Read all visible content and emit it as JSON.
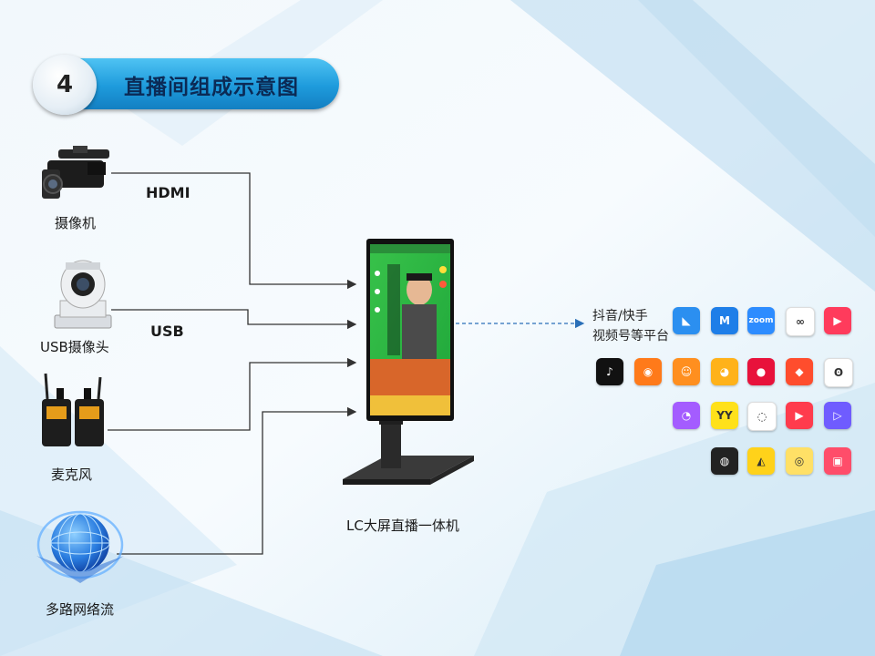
{
  "header": {
    "number": "4",
    "title": "直播间组成示意图"
  },
  "devices": [
    {
      "id": "camcorder",
      "label": "摄像机"
    },
    {
      "id": "usb-camera",
      "label": "USB摄像头"
    },
    {
      "id": "microphone",
      "label": "麦克风"
    },
    {
      "id": "network-stream",
      "label": "多路网络流"
    }
  ],
  "connections": {
    "hdmi": "HDMI",
    "usb": "USB"
  },
  "center_device": {
    "label": "LC大屏直播一体机"
  },
  "output": {
    "line1": "抖音/快手",
    "line2": "视频号等平台"
  },
  "apps": [
    {
      "name": "dingtalk-app-icon",
      "color": "#2b8ff0",
      "glyph": "◣"
    },
    {
      "name": "tencent-meeting-app-icon",
      "color": "#1e7ee8",
      "glyph": "M"
    },
    {
      "name": "zoom-app-icon",
      "color": "#2d8cff",
      "glyph": "zoom"
    },
    {
      "name": "channels-app-icon",
      "color": "#ffffff",
      "glyph": "∞"
    },
    {
      "name": "kuaishou-live-app-icon",
      "color": "#ff3b5c",
      "glyph": "▶"
    },
    {
      "name": "douyin-app-icon",
      "color": "#111111",
      "glyph": "♪"
    },
    {
      "name": "kuaishou-app-icon",
      "color": "#ff7a1a",
      "glyph": "◉"
    },
    {
      "name": "yingke-app-icon",
      "color": "#ff8f1f",
      "glyph": "☺"
    },
    {
      "name": "huya-app-icon",
      "color": "#ffb21a",
      "glyph": "◕"
    },
    {
      "name": "netease-cc-app-icon",
      "color": "#e8123b",
      "glyph": "●"
    },
    {
      "name": "huoshan-app-icon",
      "color": "#ff4d2d",
      "glyph": "◆"
    },
    {
      "name": "owl-app-icon",
      "color": "#ffffff",
      "glyph": "ʘ"
    },
    {
      "name": "doyu-app-icon",
      "color": "#a45cff",
      "glyph": "◔"
    },
    {
      "name": "yy-app-icon",
      "color": "#ffe11a",
      "glyph": "YY"
    },
    {
      "name": "chat-app-icon",
      "color": "#ffffff",
      "glyph": "◌"
    },
    {
      "name": "video-app-icon",
      "color": "#ff3b4d",
      "glyph": "▶"
    },
    {
      "name": "tencent-video-app-icon",
      "color": "#6f5cff",
      "glyph": "▷"
    },
    {
      "name": "penguin-app-icon",
      "color": "#222222",
      "glyph": "◍"
    },
    {
      "name": "pear-app-icon",
      "color": "#ffd21a",
      "glyph": "◭"
    },
    {
      "name": "music-app-icon",
      "color": "#ffe066",
      "glyph": "◎"
    },
    {
      "name": "bilibili-app-icon",
      "color": "#ff4d6a",
      "glyph": "▣"
    }
  ]
}
